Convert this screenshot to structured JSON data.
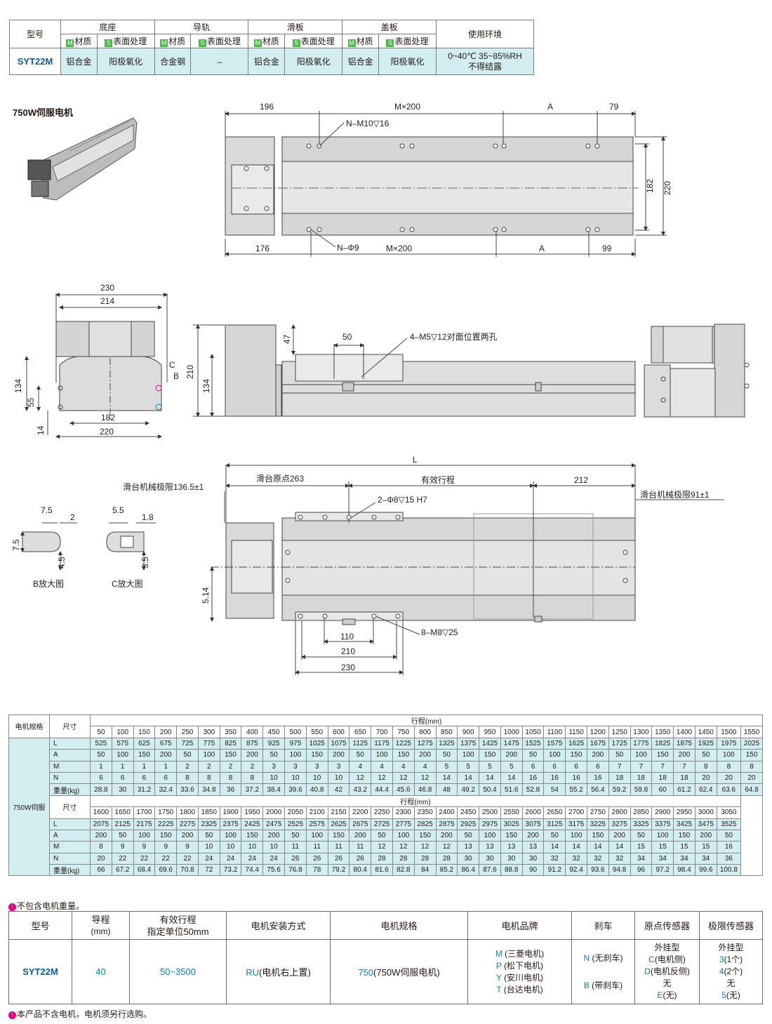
{
  "material_table": {
    "h_model": "型号",
    "h_base": "底座",
    "h_rail": "导轨",
    "h_slide": "滑板",
    "h_cover": "盖板",
    "h_env": "使用环境",
    "sub_m_tag": "M",
    "sub_s_tag": "S",
    "sub_material": "材质",
    "sub_surface": "表面处理",
    "row": {
      "model": "SYT22M",
      "base_material": "铝合金",
      "base_surface": "阳极氧化",
      "rail_material": "合金钢",
      "rail_surface": "–",
      "slide_material": "铝合金",
      "slide_surface": "阳极氧化",
      "cover_material": "铝合金",
      "cover_surface": "阳极氧化",
      "env_line1": "0~40℃ 35~85%RH",
      "env_line2": "不得结露"
    }
  },
  "motor_title": "750W伺服电机",
  "drawing_top": {
    "d196": "196",
    "dMx200": "M×200",
    "dA": "A",
    "d79": "79",
    "nm10": "N–M10▽16",
    "d182": "182",
    "d220": "220",
    "d176": "176",
    "nphi9": "N–Φ9",
    "dMx200b": "M×200",
    "dAb": "A",
    "d99": "99"
  },
  "drawing_front": {
    "d230": "230",
    "d214": "214",
    "dC": "C",
    "dB": "B",
    "d134": "134",
    "d55": "55",
    "d14": "14",
    "d182": "182",
    "d220": "220",
    "d210": "210",
    "d134b": "134",
    "d47": "47",
    "d50": "50",
    "m5": "4–M5▽12对面位置两孔"
  },
  "drawing_plan": {
    "L": "L",
    "home": "滑台原点263",
    "stroke": "有效行程",
    "d212": "212",
    "lim_left": "滑台机械极限136.5±1",
    "lim_right": "滑台机械极限91±1",
    "phi8": "2–Φ8▽15 H7",
    "d514": "5.14",
    "m8": "8–M8▽25",
    "d110": "110",
    "d210": "210",
    "d230": "230"
  },
  "detail_b": {
    "d75": "7.5",
    "d2": "2",
    "d75v": "7.5",
    "d45": "4.5",
    "label": "B放大图"
  },
  "detail_c": {
    "d55": "5.5",
    "d18": "1.8",
    "d35": "3.5",
    "label": "C放大图"
  },
  "spec_table": {
    "h_motor": "电机规格",
    "h_size": "尺寸",
    "h_stroke": "行程(mm)",
    "motor_name": "750W伺服",
    "row_labels": [
      "L",
      "A",
      "M",
      "N",
      "重量(kg)"
    ],
    "strokes1": [
      "50",
      "100",
      "150",
      "200",
      "250",
      "300",
      "350",
      "400",
      "450",
      "500",
      "550",
      "600",
      "650",
      "700",
      "750",
      "800",
      "850",
      "900",
      "950",
      "1000",
      "1050",
      "1100",
      "1150",
      "1200",
      "1250",
      "1300",
      "1350",
      "1400",
      "1450",
      "1500",
      "1550"
    ],
    "L1": [
      "525",
      "575",
      "625",
      "675",
      "725",
      "775",
      "825",
      "875",
      "925",
      "975",
      "1025",
      "1075",
      "1125",
      "1175",
      "1225",
      "1275",
      "1325",
      "1375",
      "1425",
      "1475",
      "1525",
      "1575",
      "1625",
      "1675",
      "1725",
      "1775",
      "1825",
      "1875",
      "1925",
      "1975",
      "2025"
    ],
    "A1": [
      "50",
      "100",
      "150",
      "200",
      "50",
      "100",
      "150",
      "200",
      "50",
      "100",
      "150",
      "200",
      "50",
      "100",
      "150",
      "200",
      "50",
      "100",
      "150",
      "200",
      "50",
      "100",
      "150",
      "200",
      "50",
      "100",
      "150",
      "200",
      "50",
      "100",
      "150"
    ],
    "M1": [
      "1",
      "1",
      "1",
      "1",
      "2",
      "2",
      "2",
      "2",
      "3",
      "3",
      "3",
      "3",
      "4",
      "4",
      "4",
      "4",
      "5",
      "5",
      "5",
      "5",
      "6",
      "6",
      "6",
      "6",
      "7",
      "7",
      "7",
      "7",
      "8",
      "8",
      "8"
    ],
    "N1": [
      "6",
      "6",
      "6",
      "6",
      "8",
      "8",
      "8",
      "8",
      "10",
      "10",
      "10",
      "10",
      "12",
      "12",
      "12",
      "12",
      "14",
      "14",
      "14",
      "14",
      "16",
      "16",
      "16",
      "16",
      "18",
      "18",
      "18",
      "18",
      "20",
      "20",
      "20"
    ],
    "W1": [
      "28.8",
      "30",
      "31.2",
      "32.4",
      "33.6",
      "34.8",
      "36",
      "37.2",
      "38.4",
      "39.6",
      "40.8",
      "42",
      "43.2",
      "44.4",
      "45.6",
      "46.8",
      "48",
      "49.2",
      "50.4",
      "51.6",
      "52.8",
      "54",
      "55.2",
      "56.4",
      "59.2",
      "59.8",
      "60",
      "61.2",
      "62.4",
      "63.6",
      "64.8"
    ],
    "strokes2": [
      "1600",
      "1650",
      "1700",
      "1750",
      "1800",
      "1850",
      "1900",
      "1950",
      "2000",
      "2050",
      "2100",
      "2150",
      "2200",
      "2250",
      "2300",
      "2350",
      "2400",
      "2450",
      "2500",
      "2550",
      "2600",
      "2650",
      "2700",
      "2750",
      "2800",
      "2850",
      "2900",
      "2950",
      "3000",
      "3050"
    ],
    "L2": [
      "2075",
      "2125",
      "2175",
      "2225",
      "2275",
      "2325",
      "2375",
      "2425",
      "2475",
      "2525",
      "2575",
      "2625",
      "2675",
      "2725",
      "2775",
      "2825",
      "2875",
      "2925",
      "2975",
      "3025",
      "3075",
      "3125",
      "3175",
      "3225",
      "3275",
      "3325",
      "3375",
      "3425",
      "3475",
      "3525"
    ],
    "A2": [
      "200",
      "50",
      "100",
      "150",
      "200",
      "50",
      "100",
      "150",
      "200",
      "50",
      "100",
      "150",
      "200",
      "50",
      "100",
      "150",
      "200",
      "50",
      "100",
      "150",
      "200",
      "50",
      "100",
      "150",
      "200",
      "50",
      "100",
      "150",
      "200",
      "50"
    ],
    "M2": [
      "8",
      "9",
      "9",
      "9",
      "9",
      "10",
      "10",
      "10",
      "10",
      "11",
      "11",
      "11",
      "11",
      "12",
      "12",
      "12",
      "12",
      "13",
      "13",
      "13",
      "13",
      "14",
      "14",
      "14",
      "14",
      "15",
      "15",
      "15",
      "15",
      "16"
    ],
    "N2": [
      "20",
      "22",
      "22",
      "22",
      "22",
      "24",
      "24",
      "24",
      "24",
      "26",
      "26",
      "26",
      "26",
      "28",
      "28",
      "28",
      "28",
      "30",
      "30",
      "30",
      "30",
      "32",
      "32",
      "32",
      "32",
      "34",
      "34",
      "34",
      "34",
      "36"
    ],
    "W2": [
      "66",
      "67.2",
      "68.4",
      "69.6",
      "70.8",
      "72",
      "73.2",
      "74.4",
      "75.6",
      "76.8",
      "78",
      "79.2",
      "80.4",
      "81.6",
      "82.8",
      "84",
      "85.2",
      "86.4",
      "87.6",
      "88.8",
      "90",
      "91.2",
      "92.4",
      "93.6",
      "94.8",
      "96",
      "97.2",
      "98.4",
      "99.6",
      "100.8"
    ]
  },
  "note1": "不包含电机重量。",
  "order_table": {
    "h_model": "型号",
    "h_lead": "导程",
    "h_lead_unit": "(mm)",
    "h_stroke": "有效行程",
    "h_stroke2": "指定单位50mm",
    "h_mount": "电机安装方式",
    "h_spec": "电机规格",
    "h_brand": "电机品牌",
    "h_brake": "刹车",
    "h_home": "原点传感器",
    "h_limit": "极限传感器",
    "model": "SYT22M",
    "lead": "40",
    "stroke": "50~3500",
    "mount_code": "RU",
    "mount_text": "(电机右上置)",
    "spec_code": "750",
    "spec_text": "(750W伺服电机)",
    "brands": [
      {
        "code": "M",
        "text": "(三菱电机)"
      },
      {
        "code": "P",
        "text": "(松下电机)"
      },
      {
        "code": "Y",
        "text": "(安川电机)"
      },
      {
        "code": "T",
        "text": "(台达电机)"
      }
    ],
    "brakes": [
      {
        "code": "N",
        "text": "(无刹车)"
      },
      {
        "code": "B",
        "text": "(带刹车)"
      }
    ],
    "home_title": "外挂型",
    "home_c_code": "C",
    "home_c_text": "(电机侧)",
    "home_d_code": "D",
    "home_d_text": "(电机反侧)",
    "home_none": "无",
    "home_e_code": "E",
    "home_e_text": "(无)",
    "limit_title": "外挂型",
    "limit_3_code": "3",
    "limit_3_text": "(1个)",
    "limit_4_code": "4",
    "limit_4_text": "(2个)",
    "limit_none": "无",
    "limit_5_code": "5",
    "limit_5_text": "(无)"
  },
  "note2": "本产品不含电机，电机须另行选购。"
}
